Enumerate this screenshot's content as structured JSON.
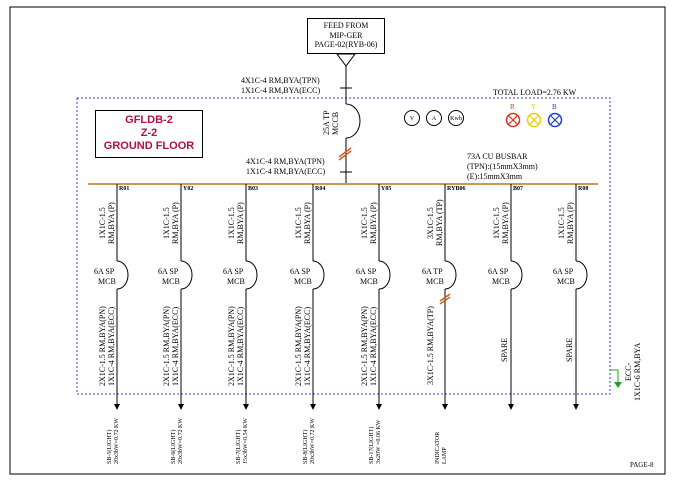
{
  "feed": {
    "lines": [
      "FEED FROM",
      "MIP-GER",
      "PAGE-02(RYB-06)"
    ]
  },
  "incoming_cable": {
    "line1": "4X1C-4 RM,BYA(TPN)",
    "line2": "1X1C-4 RM,BYA(ECC)"
  },
  "total_load": "TOTAL LOAD=2.76 KW",
  "panel": {
    "name": "GFLDB-2",
    "zone": "Z-2",
    "floor": "GROUND FLOOR"
  },
  "main_mccb": {
    "label": "25A TP",
    "type": "MCCB"
  },
  "bus_cable": {
    "line1": "4X1C-4 RM,BYA(TPN)",
    "line2": "1X1C-4 RM,BYA(ECC)"
  },
  "busbar": {
    "line1": "73A CU BUSBAR",
    "line2": "(TPN):(15mmX3mm)",
    "line3": "(E):15mmX3mm"
  },
  "meters": [
    {
      "label": "V",
      "icon": "voltmeter-icon"
    },
    {
      "label": "A",
      "icon": "ammeter-icon"
    },
    {
      "label": "Kwh",
      "icon": "energy-meter-icon"
    }
  ],
  "indicator_lamps": [
    {
      "label": "R",
      "color": "#e03020"
    },
    {
      "label": "Y",
      "color": "#e8d000"
    },
    {
      "label": "B",
      "color": "#2040d0"
    }
  ],
  "circuits": [
    {
      "id": "R01",
      "supply": "1X1C-1.5 RM,BYA (P)",
      "breaker": "6A SP",
      "breaker_type": "MCB",
      "load_cable": "2X1C-1.5 RM,BYA(PN) 1X1C-4 RM,BYA(ECC)",
      "outgoing": "SB-5(LIGHT) 20x3bW=0.72 KW"
    },
    {
      "id": "Y02",
      "supply": "1X1C-1.5 RM,BYA (P)",
      "breaker": "6A SP",
      "breaker_type": "MCB",
      "load_cable": "2X1C-1.5 RM,BYA(PN) 1X1C-4 RM,BYA(ECC)",
      "outgoing": "SB-6(LIGHT) 20x3bW=0.72 KW"
    },
    {
      "id": "B03",
      "supply": "1X1C-1.5 RM,BYA (P)",
      "breaker": "6A SP",
      "breaker_type": "MCB",
      "load_cable": "2X1C-1.5 RM,BYA(PN) 1X1C-4 RM,BYA(ECC)",
      "outgoing": "SB-7(LIGHT) 15x3bW=0.54 KW"
    },
    {
      "id": "R04",
      "supply": "1X1C-1.5 RM,BYA (P)",
      "breaker": "6A SP",
      "breaker_type": "MCB",
      "load_cable": "2X1C-1.5 RM,BYA(PN) 1X1C-4 RM,BYA(ECC)",
      "outgoing": "SB-8(LIGHT) 20x3bW=0.72 KW"
    },
    {
      "id": "Y05",
      "supply": "1X1C-1.5 RM,BYA (P)",
      "breaker": "6A SP",
      "breaker_type": "MCB",
      "load_cable": "2X1C-1.5 RM,BYA(PN) 1X1C-4 RM,BYA(ECC)",
      "outgoing": "SB-17(LIGHT) 3x20W =0.06 KW"
    },
    {
      "id": "RYB06",
      "supply": "3X1C-1.5 RM,BYA (TP)",
      "breaker": "6A TP",
      "breaker_type": "MCB",
      "load_cable": "3X1C-1.5 RM,BYA(TP)",
      "outgoing": "INDICATOR LAMP"
    },
    {
      "id": "B07",
      "supply": "1X1C-1.5 RM,BYA (P)",
      "breaker": "6A SP",
      "breaker_type": "MCB",
      "load_cable": "SPARE",
      "outgoing": ""
    },
    {
      "id": "R08",
      "supply": "1X1C-1.5 RM,BYA (P)",
      "breaker": "6A SP",
      "breaker_type": "MCB",
      "load_cable": "SPARE",
      "outgoing": ""
    }
  ],
  "ecc": {
    "line1": "ECC-",
    "line2": "1X1C-6 RM,BYA"
  },
  "page_label": "PAGE-8",
  "colors": {
    "busbar": "#c89a50",
    "panel_border": "#3a3ad0",
    "title_text": "#b0123a",
    "breaker_slash": "#d06020",
    "earth_arrow": "#20a020"
  }
}
